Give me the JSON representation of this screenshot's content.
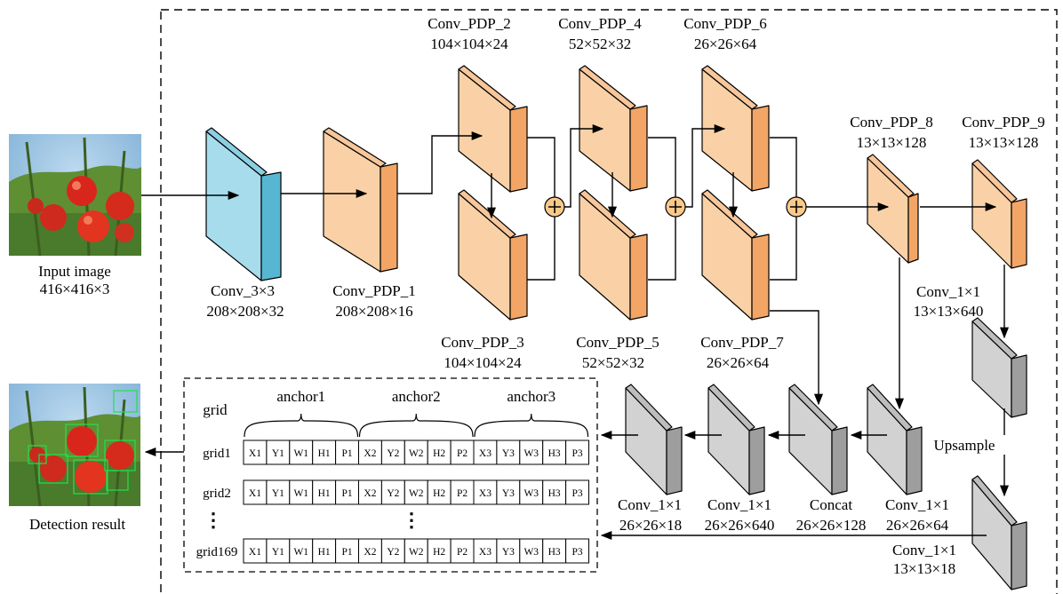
{
  "input": {
    "title": "Input image",
    "size": "416×416×3"
  },
  "output": {
    "title": "Detection result"
  },
  "layers": {
    "conv3x3": {
      "name": "Conv_3×3",
      "shape": "208×208×32"
    },
    "pdp1": {
      "name": "Conv_PDP_1",
      "shape": "208×208×16"
    },
    "pdp2": {
      "name": "Conv_PDP_2",
      "shape": "104×104×24"
    },
    "pdp3": {
      "name": "Conv_PDP_3",
      "shape": "104×104×24"
    },
    "pdp4": {
      "name": "Conv_PDP_4",
      "shape": "52×52×32"
    },
    "pdp5": {
      "name": "Conv_PDP_5",
      "shape": "52×52×32"
    },
    "pdp6": {
      "name": "Conv_PDP_6",
      "shape": "26×26×64"
    },
    "pdp7": {
      "name": "Conv_PDP_7",
      "shape": "26×26×64"
    },
    "pdp8": {
      "name": "Conv_PDP_8",
      "shape": "13×13×128"
    },
    "pdp9": {
      "name": "Conv_PDP_9",
      "shape": "13×13×128"
    },
    "c1x1_640_13": {
      "name": "Conv_1×1",
      "shape": "13×13×640"
    },
    "c1x1_18_13": {
      "name": "Conv_1×1",
      "shape": "13×13×18"
    },
    "c1x1_64_26": {
      "name": "Conv_1×1",
      "shape": "26×26×64"
    },
    "concat": {
      "name": "Concat",
      "shape": "26×26×128"
    },
    "c1x1_640_26": {
      "name": "Conv_1×1",
      "shape": "26×26×640"
    },
    "c1x1_18_26": {
      "name": "Conv_1×1",
      "shape": "26×26×18"
    }
  },
  "upsample_label": "Upsample",
  "grid_table": {
    "header": "grid",
    "anchors": [
      "anchor1",
      "anchor2",
      "anchor3"
    ],
    "cells": [
      "X1",
      "Y1",
      "W1",
      "H1",
      "P1",
      "X2",
      "Y2",
      "W2",
      "H2",
      "P2",
      "X3",
      "Y3",
      "W3",
      "H3",
      "P3"
    ],
    "rows": [
      "grid1",
      "grid2",
      "grid169"
    ],
    "ellipsis": "⋮"
  },
  "colors": {
    "orange_face": "#FAD1A6",
    "orange_side": "#F3A565",
    "blue_face": "#A7DCEC",
    "blue_side": "#57B7D3",
    "gray_face": "#D2D2D2",
    "gray_side": "#9E9E9E",
    "add_node": "#F9C98B"
  }
}
